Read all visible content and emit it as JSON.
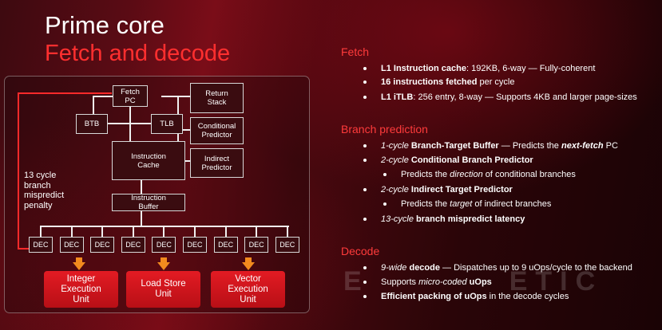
{
  "slide": {
    "title": "Prime core",
    "subtitle": "Fetch and decode"
  },
  "diagram": {
    "fetch_pc": "Fetch\nPC",
    "btb": "BTB",
    "tlb": "TLB",
    "return_stack": "Return\nStack",
    "conditional_predictor": "Conditional\nPredictor",
    "indirect_predictor": "Indirect\nPredictor",
    "instruction_cache": "Instruction\nCache",
    "instruction_buffer": "Instruction\nBuffer",
    "penalty_text": "13 cycle\nbranch\nmispredict\npenalty",
    "dec_label": "DEC",
    "dec_count": 9,
    "units": [
      {
        "label": "Integer\nExecution\nUnit"
      },
      {
        "label": "Load Store\nUnit"
      },
      {
        "label": "Vector\nExecution\nUnit"
      }
    ]
  },
  "sections": {
    "fetch": {
      "heading": "Fetch",
      "items": [
        {
          "b": "L1 Instruction cache",
          "t": ": 192KB, 6-way  — Fully-coherent"
        },
        {
          "b": "16 instructions fetched",
          "t": " per cycle"
        },
        {
          "b": "L1 iTLB",
          "t": ": 256 entry, 8-way — Supports 4KB and larger page-sizes"
        }
      ]
    },
    "branch": {
      "heading": "Branch prediction",
      "item1_i": "1-cycle ",
      "item1_b": "Branch-Target Buffer",
      "item1_t": " — Predicts the ",
      "item1_bi": "next-fetch",
      "item1_t2": " PC",
      "item2_i": "2-cycle ",
      "item2_b": "Conditional Branch Predictor",
      "sub1_t": "Predicts the ",
      "sub1_i": "direction",
      "sub1_t2": " of conditional branches",
      "item3_i": "2-cycle ",
      "item3_b": "Indirect Target Predictor",
      "sub2_t": "Predicts the ",
      "sub2_i": "target",
      "sub2_t2": " of indirect branches",
      "item4_i": "13-cycle ",
      "item4_b": "branch mispredict latency"
    },
    "decode": {
      "heading": "Decode",
      "item1_i": "9-wide ",
      "item1_b": "decode",
      "item1_t": " — Dispatches up to 9 uOps/cycle to the backend",
      "item2_t": "Supports ",
      "item2_i": "micro-coded ",
      "item2_b": "uOps",
      "item3_b": "Efficient packing of uOps",
      "item3_t": " in the decode cycles"
    }
  },
  "watermark": "ELCHAPUZASINFORMATICO"
}
